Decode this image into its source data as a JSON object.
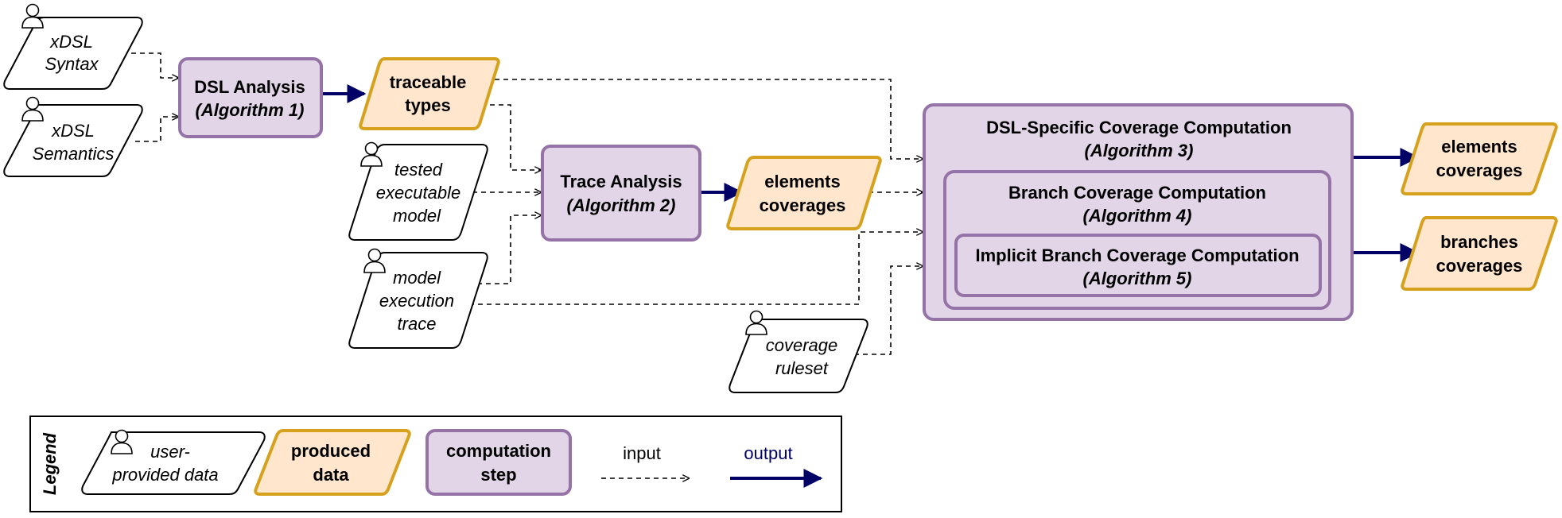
{
  "colors": {
    "produced_fill": "#ffe6cc",
    "produced_stroke": "#d6a21e",
    "step_fill": "#e1d5e7",
    "step_stroke": "#9673a6",
    "output_arrow": "#000066",
    "output_label": "#000066"
  },
  "inputs": {
    "xdsl_syntax": [
      "xDSL",
      "Syntax"
    ],
    "xdsl_semantics": [
      "xDSL",
      "Semantics"
    ],
    "tested_model": [
      "tested",
      "executable",
      "model"
    ],
    "execution_trace": [
      "model",
      "execution",
      "trace"
    ],
    "coverage_ruleset": [
      "coverage",
      "ruleset"
    ]
  },
  "steps": {
    "dsl_analysis": {
      "title": "DSL Analysis",
      "algorithm": "(Algorithm 1)"
    },
    "trace_analysis": {
      "title": "Trace Analysis",
      "algorithm": "(Algorithm 2)"
    },
    "dsl_specific": {
      "title": "DSL-Specific Coverage Computation",
      "algorithm": "(Algorithm 3)"
    },
    "branch_coverage": {
      "title": "Branch Coverage Computation",
      "algorithm": "(Algorithm 4)"
    },
    "implicit_branch": {
      "title": "Implicit Branch Coverage Computation",
      "algorithm": "(Algorithm 5)"
    }
  },
  "produced": {
    "traceable_types": [
      "traceable",
      "types"
    ],
    "elements_coverages_mid": [
      "elements",
      "coverages"
    ],
    "elements_coverages_out": [
      "elements",
      "coverages"
    ],
    "branches_coverages": [
      "branches",
      "coverages"
    ]
  },
  "legend": {
    "title": "Legend",
    "user_data": [
      "user-",
      "provided data"
    ],
    "produced_data": [
      "produced",
      "data"
    ],
    "computation_step": [
      "computation",
      "step"
    ],
    "input": "input",
    "output": "output"
  }
}
